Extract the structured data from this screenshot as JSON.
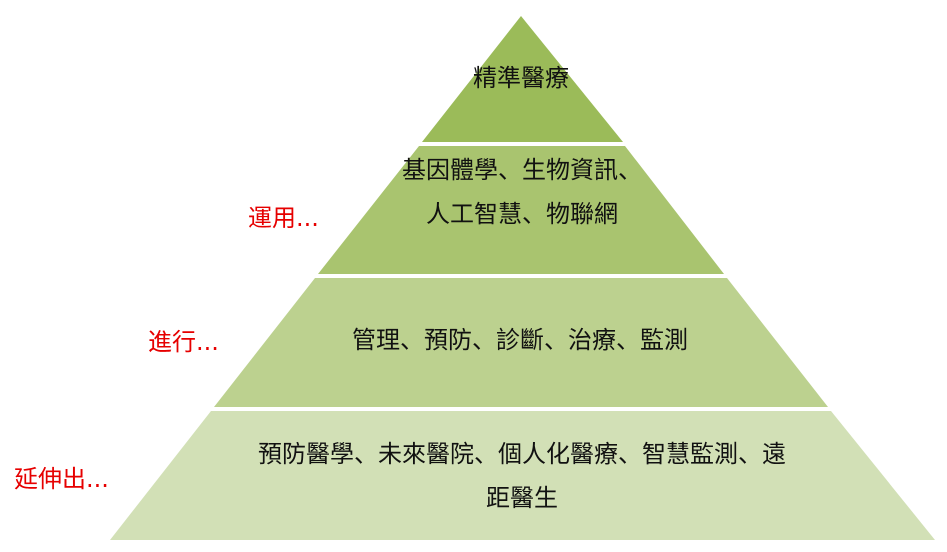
{
  "pyramid": {
    "layers": [
      {
        "text": "精準醫療",
        "color": "#9bbb59"
      },
      {
        "text": "基因體學、生物資訊、人工智慧、物聯網",
        "color": "#a9c46f"
      },
      {
        "text": "管理、預防、診斷、治療、監測",
        "color": "#bcd18f"
      },
      {
        "text": "預防醫學、未來醫院、個人化醫療、智慧監測、遠距醫生",
        "color": "#d2e0b6"
      }
    ],
    "side_labels": [
      "運用...",
      "進行...",
      "延伸出..."
    ],
    "label_color": "#e60000",
    "separator_color": "#ffffff"
  }
}
